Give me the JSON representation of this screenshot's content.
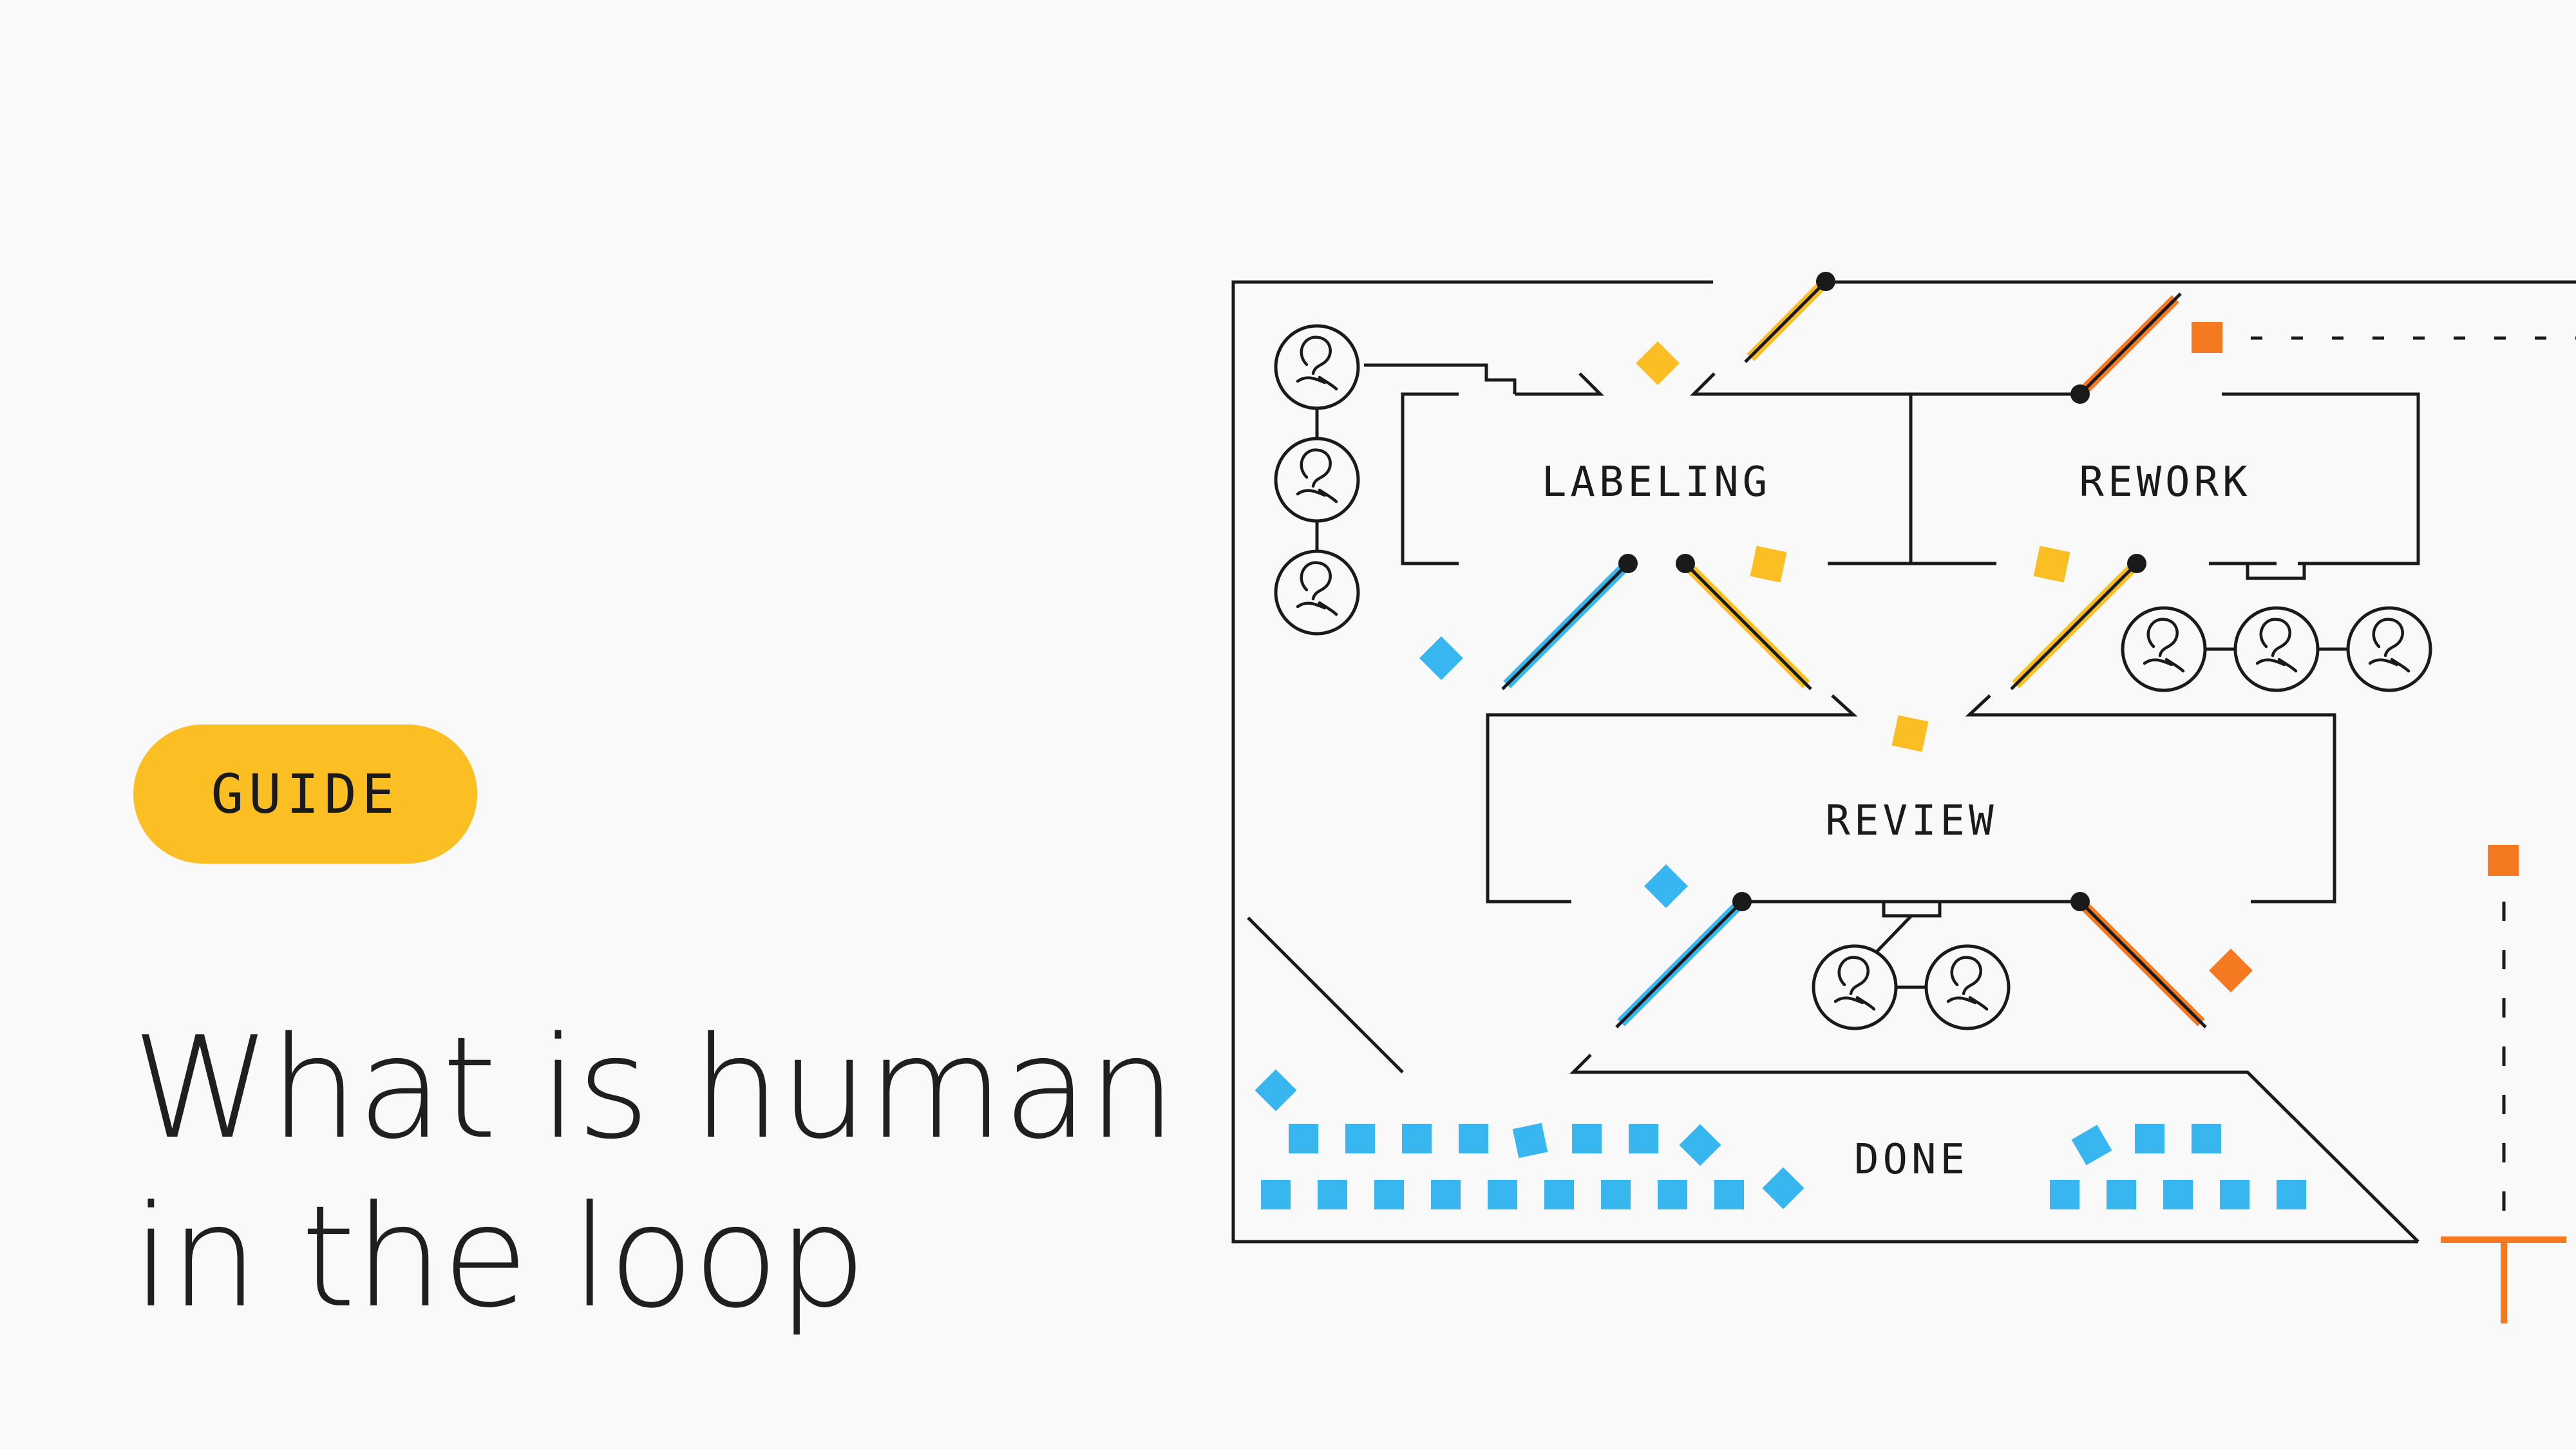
{
  "badge": {
    "label": "GUIDE"
  },
  "headline": {
    "line1": "What is human",
    "line2": "in the loop"
  },
  "diagram": {
    "stages": [
      "LABELING",
      "REWORK",
      "REVIEW",
      "DONE"
    ]
  },
  "colors": {
    "background": "#f9f9f9",
    "badge": "#fbbf24",
    "line": "#1a1a1a",
    "blue": "#38b6f0",
    "yellow": "#fbbf24",
    "orange": "#f47920"
  }
}
